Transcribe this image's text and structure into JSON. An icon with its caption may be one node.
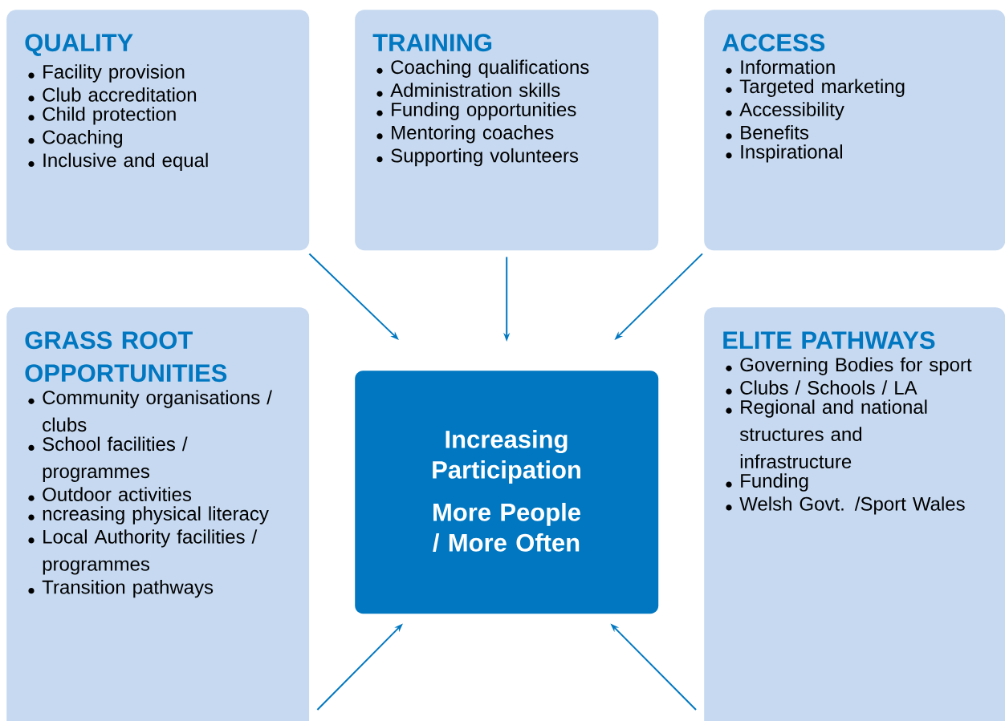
{
  "diagram": {
    "nodes": [
      {
        "text": [
          "QUALITY",
          "Facility provision",
          "Club accreditation",
          "Child protection",
          "Coaching",
          "Inclusive and equal"
        ]
      },
      {
        "text": [
          "TRAINING",
          "Coaching qualifications",
          "Administration skills",
          "Funding opportunities",
          "Mentoring coaches",
          "Supporting volunteers"
        ]
      },
      {
        "text": [
          "ACCESS",
          "Information",
          "Targeted marketing",
          "Accessibility",
          "Benefits",
          "Inspirational"
        ]
      },
      {
        "text": [
          "GRASS ROOT OPPORTUNITIES",
          "Community organisations / clubs",
          "School facilities / programmes",
          "Outdoor activities",
          "ncreasing physical literacy",
          "Local Authority facilities / programmes",
          "Transition pathways"
        ]
      },
      {
        "text": [
          "Increasing Participation",
          "More People / More Often"
        ]
      },
      {
        "text": [
          "ELITE PATHWAYS",
          "Governing Bodies for sport",
          "Clubs / Schools / LA",
          "Regional and national structures and infrastructure",
          "Funding",
          "Welsh Govt. /Sport Wales"
        ]
      }
    ],
    "edges": [
      {
        "from": 0,
        "to": 4,
        "arrow": "to"
      },
      {
        "from": 1,
        "to": 4,
        "arrow": "to"
      },
      {
        "from": 2,
        "to": 4,
        "arrow": "to"
      },
      {
        "from": 3,
        "to": 4,
        "arrow": "to"
      },
      {
        "from": 5,
        "to": 4,
        "arrow": "to"
      }
    ]
  }
}
